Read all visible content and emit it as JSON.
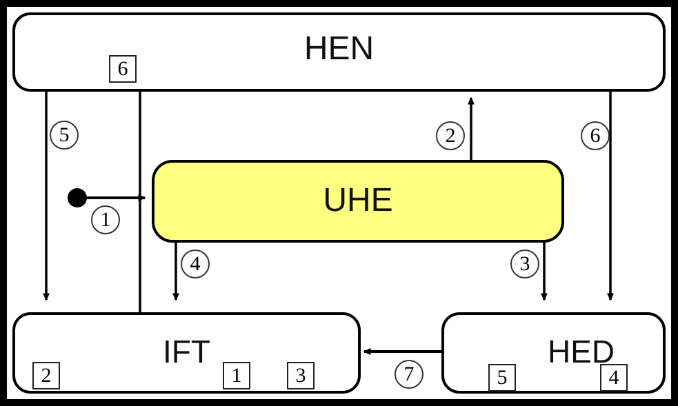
{
  "diagram": {
    "title": "HEN / UHE / IFT / HED state transition diagram",
    "background_color": "#000000",
    "plate_color": "#ffffff",
    "accent_color": "#ffff80",
    "line_color": "#000000"
  },
  "states": [
    {
      "id": "hen",
      "label": "HEN",
      "fill": "#ffffff"
    },
    {
      "id": "uhe",
      "label": "UHE",
      "fill": "#ffff80"
    },
    {
      "id": "ift",
      "label": "IFT",
      "fill": "#ffffff"
    },
    {
      "id": "hed",
      "label": "HED",
      "fill": "#ffffff"
    }
  ],
  "initial_node": {
    "name": "initial-state-node"
  },
  "square_labels": [
    {
      "id": "sq-hen-6",
      "text": "6",
      "on": "hen"
    },
    {
      "id": "sq-ift-2",
      "text": "2",
      "on": "ift"
    },
    {
      "id": "sq-ift-1",
      "text": "1",
      "on": "ift"
    },
    {
      "id": "sq-ift-3",
      "text": "3",
      "on": "ift"
    },
    {
      "id": "sq-hed-5",
      "text": "5",
      "on": "hed"
    },
    {
      "id": "sq-hed-4",
      "text": "4",
      "on": "hed"
    }
  ],
  "circle_labels": [
    {
      "id": "c-1",
      "text": "1",
      "edge": "initial -> UHE"
    },
    {
      "id": "c-2",
      "text": "2",
      "edge": "UHE -> HEN"
    },
    {
      "id": "c-3",
      "text": "3",
      "edge": "UHE -> HED"
    },
    {
      "id": "c-4",
      "text": "4",
      "edge": "UHE -> IFT"
    },
    {
      "id": "c-5",
      "text": "5",
      "edge": "HEN -> IFT"
    },
    {
      "id": "c-6",
      "text": "6",
      "edge": "HEN -> HED"
    },
    {
      "id": "c-7",
      "text": "7",
      "edge": "HED -> IFT"
    }
  ],
  "edges": [
    {
      "id": "e1",
      "from": "initial",
      "to": "uhe",
      "label": "1",
      "label_style": "circle"
    },
    {
      "id": "e2",
      "from": "uhe",
      "to": "hen",
      "label": "2",
      "label_style": "circle"
    },
    {
      "id": "e3",
      "from": "uhe",
      "to": "hed",
      "label": "3",
      "label_style": "circle"
    },
    {
      "id": "e4",
      "from": "uhe",
      "to": "ift",
      "label": "4",
      "label_style": "circle"
    },
    {
      "id": "e5",
      "from": "hen",
      "to": "ift",
      "label": "5",
      "label_style": "circle"
    },
    {
      "id": "e6",
      "from": "hen",
      "to": "hed",
      "label": "6",
      "label_style": "circle"
    },
    {
      "id": "e7",
      "from": "hed",
      "to": "ift",
      "label": "7",
      "label_style": "circle"
    },
    {
      "id": "e8",
      "from": "ift",
      "to": "hen",
      "label": "6",
      "label_style": "square"
    },
    {
      "id": "e9",
      "from": "ift-bottom-left",
      "to": "ift",
      "label": "2",
      "label_style": "square"
    },
    {
      "id": "e10",
      "from": "ift-bottom-mid",
      "to": "ift",
      "label": "1",
      "label_style": "square"
    },
    {
      "id": "e11",
      "from": "ift-bottom-right",
      "to": "ift",
      "label": "3",
      "label_style": "square"
    },
    {
      "id": "e12",
      "from": "hed-bottom-left",
      "to": "hed",
      "label": "5",
      "label_style": "square"
    },
    {
      "id": "e13",
      "from": "hed-bottom-right",
      "to": "hed",
      "label": "4",
      "label_style": "square"
    }
  ]
}
